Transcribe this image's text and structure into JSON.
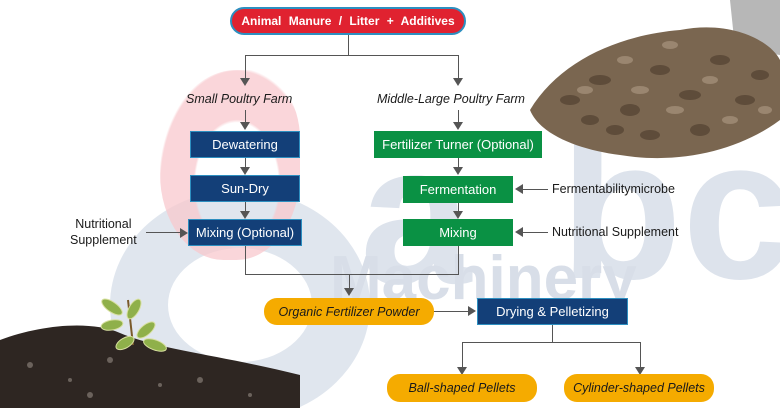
{
  "title": "Animal Manure / Litter  +  Additives",
  "branches": {
    "small": {
      "label": "Small Poultry Farm",
      "steps": [
        "Dewatering",
        "Sun-Dry",
        "Mixing (Optional)"
      ],
      "input_label_line1": "Nutritional",
      "input_label_line2": "Supplement"
    },
    "large": {
      "label": "Middle-Large  Poultry Farm",
      "steps": [
        "Fertilizer Turner (Optional)",
        "Fermentation",
        "Mixing"
      ],
      "inputs": [
        "Fermentabilitymicrobe",
        "Nutritional Supplement"
      ]
    }
  },
  "merge": {
    "powder": "Organic Fertilizer Powder",
    "process": "Drying & Pelletizing"
  },
  "outputs": [
    "Ball-shaped Pellets",
    "Cylinder-shaped Pellets"
  ],
  "watermark": {
    "logo": "abc",
    "text": "Machinery"
  },
  "colors": {
    "title_red": "#e02230",
    "navy": "#133f78",
    "green": "#0a9144",
    "orange": "#f5ab00",
    "border_blue": "#2d8fc0"
  }
}
